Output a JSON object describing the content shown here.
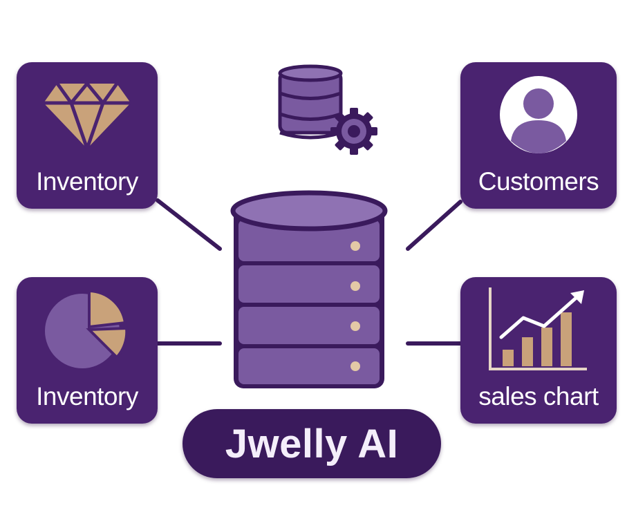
{
  "title": "Jwelly AI",
  "cards": {
    "top_left": {
      "label": "Inventory",
      "icon": "diamond-icon"
    },
    "bottom_left": {
      "label": "Inventory",
      "icon": "pie-chart-icon"
    },
    "top_right": {
      "label": "Customers",
      "icon": "user-icon"
    },
    "bottom_right": {
      "label": "sales chart",
      "icon": "bar-chart-icon"
    }
  },
  "center_icon": "database-icon",
  "top_icon": "database-settings-icon",
  "colors": {
    "card_bg": "#4a2370",
    "pill_bg": "#3a1a5c",
    "db_purple": "#7a5aa0",
    "gold": "#c9a27a",
    "line": "#3a1a5c"
  }
}
